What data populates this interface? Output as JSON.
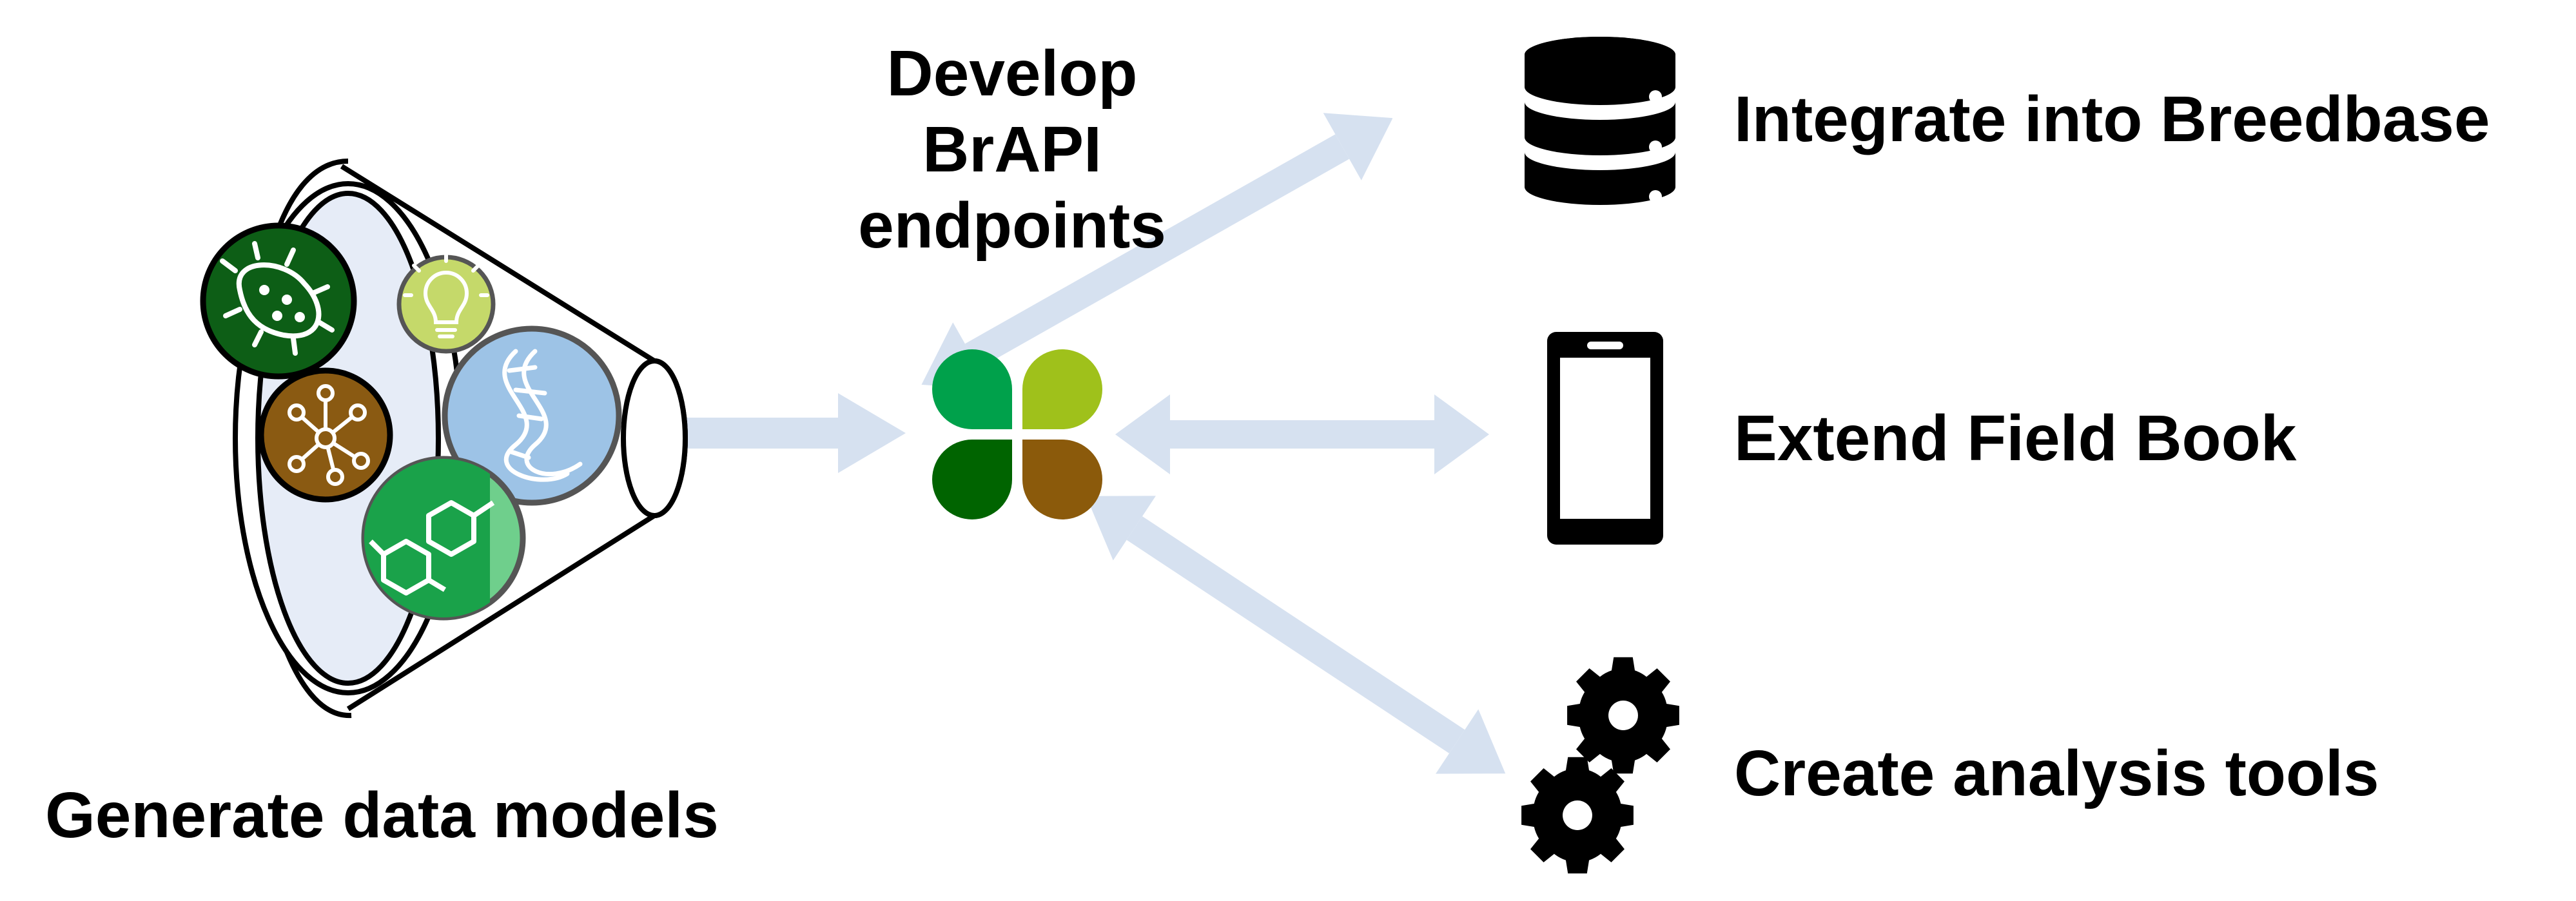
{
  "labels": {
    "develop": "Develop BrAPI endpoints",
    "generate": "Generate data models",
    "integrate": "Integrate into Breedbase",
    "extend": "Extend Field Book",
    "create": "Create analysis tools"
  },
  "icons": {
    "funnel": "funnel-icon",
    "bacteria": "bacteria-icon",
    "lightbulb": "lightbulb-icon",
    "dna": "dna-icon",
    "network": "network-icon",
    "molecule": "molecule-icon",
    "brapi_logo": "brapi-clover-logo",
    "database": "database-icon",
    "phone": "phone-icon",
    "gears": "gears-icon"
  },
  "colors": {
    "arrow": "#d6e1f0",
    "funnel_fill": "#e6ecf7",
    "clover_green": "#00a14b",
    "clover_lime": "#9fc11b",
    "clover_dark": "#006400",
    "clover_brown": "#8b5a0b",
    "circle_dark_green": "#0d5e16",
    "circle_light_lime": "#c5d96a",
    "circle_blue": "#9dc3e6",
    "circle_brown": "#8a5a12",
    "circle_green": "#1aa24a"
  }
}
